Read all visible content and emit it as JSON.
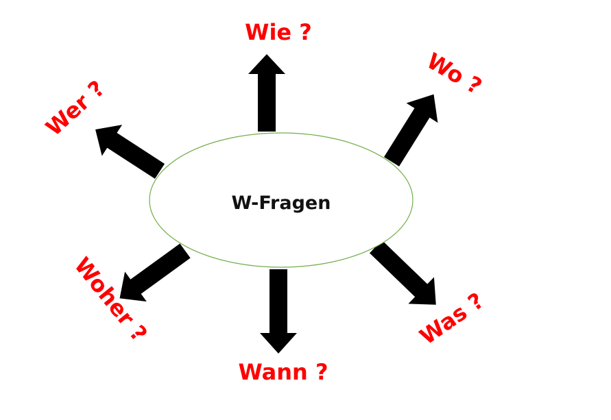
{
  "center": {
    "label": "W-Fragen"
  },
  "questions": [
    {
      "label": "Wie ?"
    },
    {
      "label": "Wo ?"
    },
    {
      "label": "Wer ?"
    },
    {
      "label": "Woher ?"
    },
    {
      "label": "Wann ?"
    },
    {
      "label": "Was ?"
    }
  ],
  "colors": {
    "question_text": "#ff0000",
    "center_text": "#111111",
    "arrow": "#000000",
    "ellipse_stroke": "#70ad47",
    "background": "#ffffff"
  }
}
